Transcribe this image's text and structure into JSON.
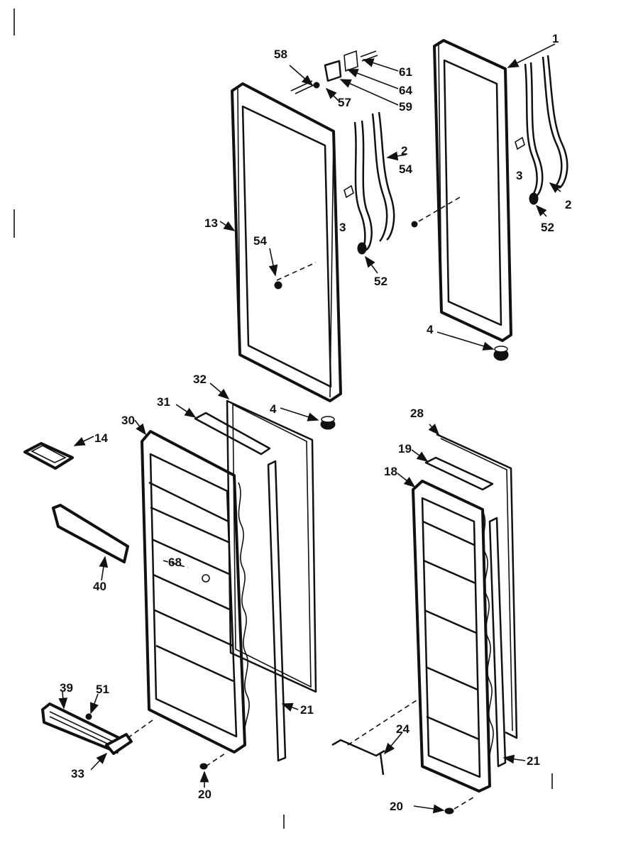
{
  "diagram": {
    "type": "exploded parts diagram",
    "colors": {
      "ink": "#111111",
      "paper": "#ffffff"
    },
    "part_numbers": {
      "p1": "1",
      "p2a": "2",
      "p2b": "2",
      "p3a": "3",
      "p3b": "3",
      "p4a": "4",
      "p4b": "4",
      "p13": "13",
      "p14": "14",
      "p18": "18",
      "p19": "19",
      "p20a": "20",
      "p20b": "20",
      "p21a": "21",
      "p21b": "21",
      "p24": "24",
      "p28": "28",
      "p30": "30",
      "p31": "31",
      "p32": "32",
      "p33": "33",
      "p39": "39",
      "p40": "40",
      "p51": "51",
      "p52a": "52",
      "p52b": "52",
      "p54a": "54",
      "p54b": "54",
      "p57": "57",
      "p58": "58",
      "p59": "59",
      "p61": "61",
      "p64": "64",
      "p68": "68"
    }
  }
}
